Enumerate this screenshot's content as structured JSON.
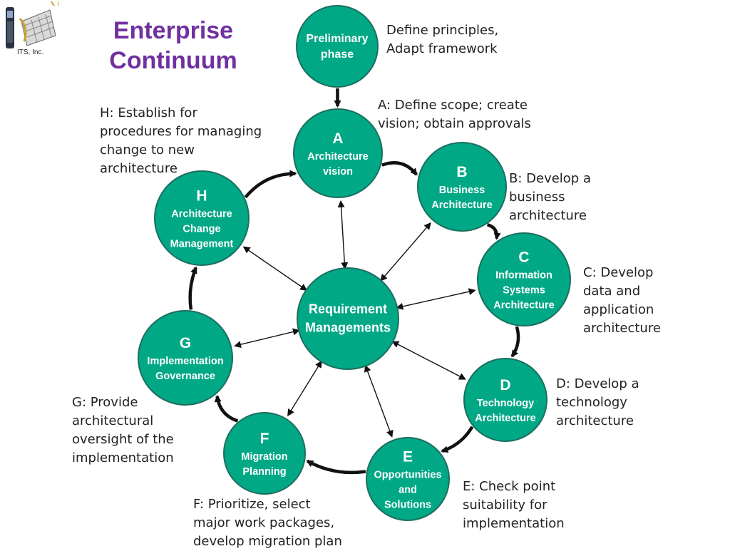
{
  "header": {
    "title": "Enterprise Continuum",
    "logo_text": "ITS, Inc."
  },
  "colors": {
    "node_fill": "#00a886",
    "node_stroke": "#1d6e5e",
    "title": "#7030a0",
    "arrow": "#111111"
  },
  "nodes": [
    {
      "id": "preliminary",
      "letter": "",
      "lines": [
        "Preliminary",
        "phase"
      ]
    },
    {
      "id": "a",
      "letter": "A",
      "lines": [
        "Architecture",
        "vision"
      ]
    },
    {
      "id": "b",
      "letter": "B",
      "lines": [
        "Business",
        "Architecture"
      ]
    },
    {
      "id": "c",
      "letter": "C",
      "lines": [
        "Information",
        "Systems",
        "Architecture"
      ]
    },
    {
      "id": "d",
      "letter": "D",
      "lines": [
        "Technology",
        "Architecture"
      ]
    },
    {
      "id": "e",
      "letter": "E",
      "lines": [
        "Opportunities",
        "and",
        "Solutions"
      ]
    },
    {
      "id": "f",
      "letter": "F",
      "lines": [
        "Migration",
        "Planning"
      ]
    },
    {
      "id": "g",
      "letter": "G",
      "lines": [
        "Implementation",
        "Governance"
      ]
    },
    {
      "id": "h",
      "letter": "H",
      "lines": [
        "Architecture",
        "Change",
        "Management"
      ]
    },
    {
      "id": "requirements",
      "letter": "",
      "lines": [
        "Requirement",
        "Managements"
      ]
    }
  ],
  "annotations": {
    "preliminary": "Define principles,\nAdapt framework",
    "a": "A: Define scope; create\nvision; obtain approvals",
    "b": "B: Develop a\nbusiness\narchitecture",
    "c": "C: Develop\ndata and\napplication\narchitecture",
    "d": "D: Develop a\ntechnology\narchitecture",
    "e": "E: Check point\nsuitability for\nimplementation",
    "f": "F: Prioritize, select\nmajor work packages,\ndevelop migration plan",
    "g": "G: Provide\narchitectural\noversight of the\nimplementation",
    "h": "H: Establish for\nprocedures for managing\nchange to new\narchitecture"
  }
}
